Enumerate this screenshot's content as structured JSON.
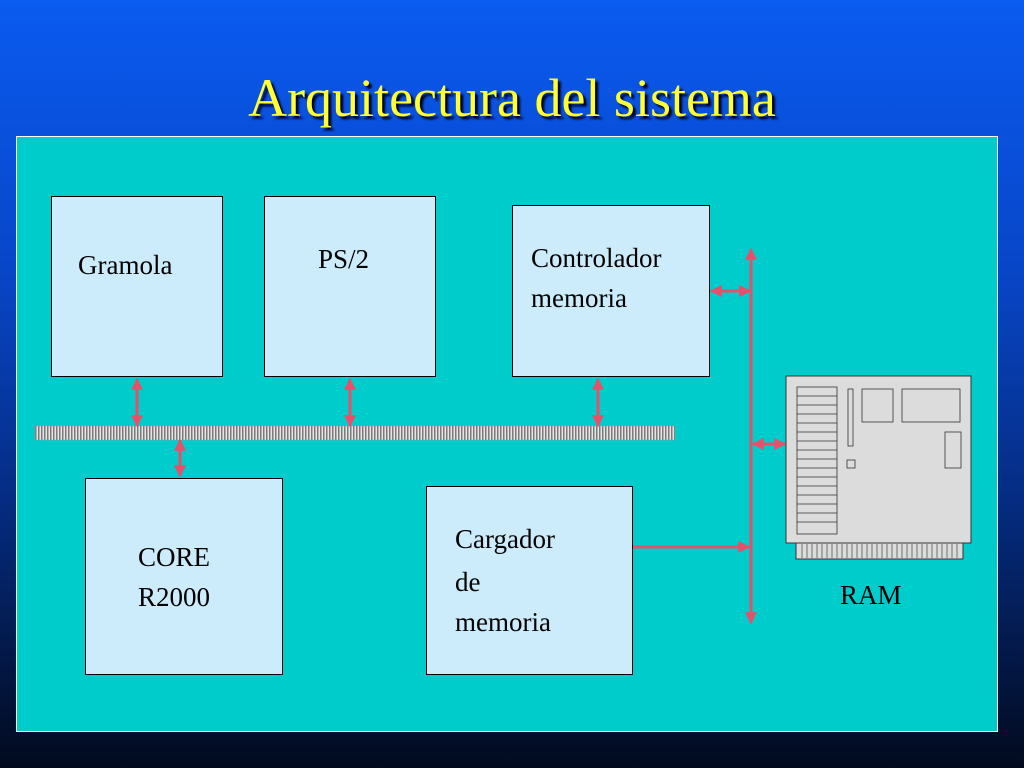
{
  "slide": {
    "title": "Arquitectura del sistema"
  },
  "colors": {
    "panel_background": "#00CCCC",
    "box_background": "#CCEBFB",
    "arrow": "#E8506A",
    "title": "#FFFF33"
  },
  "diagram": {
    "nodes": [
      {
        "id": "gramola",
        "lines": [
          "Gramola"
        ]
      },
      {
        "id": "ps2",
        "lines": [
          "PS/2"
        ]
      },
      {
        "id": "controlador",
        "lines": [
          "Controlador",
          "memoria"
        ]
      },
      {
        "id": "core",
        "lines": [
          "CORE",
          "R2000"
        ]
      },
      {
        "id": "cargador",
        "lines": [
          "Cargador",
          "de",
          "memoria"
        ]
      }
    ],
    "ram": {
      "label": "RAM",
      "icon": "ram-module-icon"
    },
    "connections": [
      {
        "from": "gramola",
        "to": "system-bus",
        "direction": "both"
      },
      {
        "from": "ps2",
        "to": "system-bus",
        "direction": "both"
      },
      {
        "from": "controlador",
        "to": "system-bus",
        "direction": "both"
      },
      {
        "from": "core",
        "to": "system-bus",
        "direction": "both"
      },
      {
        "from": "controlador",
        "to": "memory-bus",
        "direction": "both"
      },
      {
        "from": "memory-bus",
        "to": "ram",
        "direction": "both"
      },
      {
        "from": "cargador",
        "to": "memory-bus",
        "direction": "forward"
      }
    ]
  }
}
